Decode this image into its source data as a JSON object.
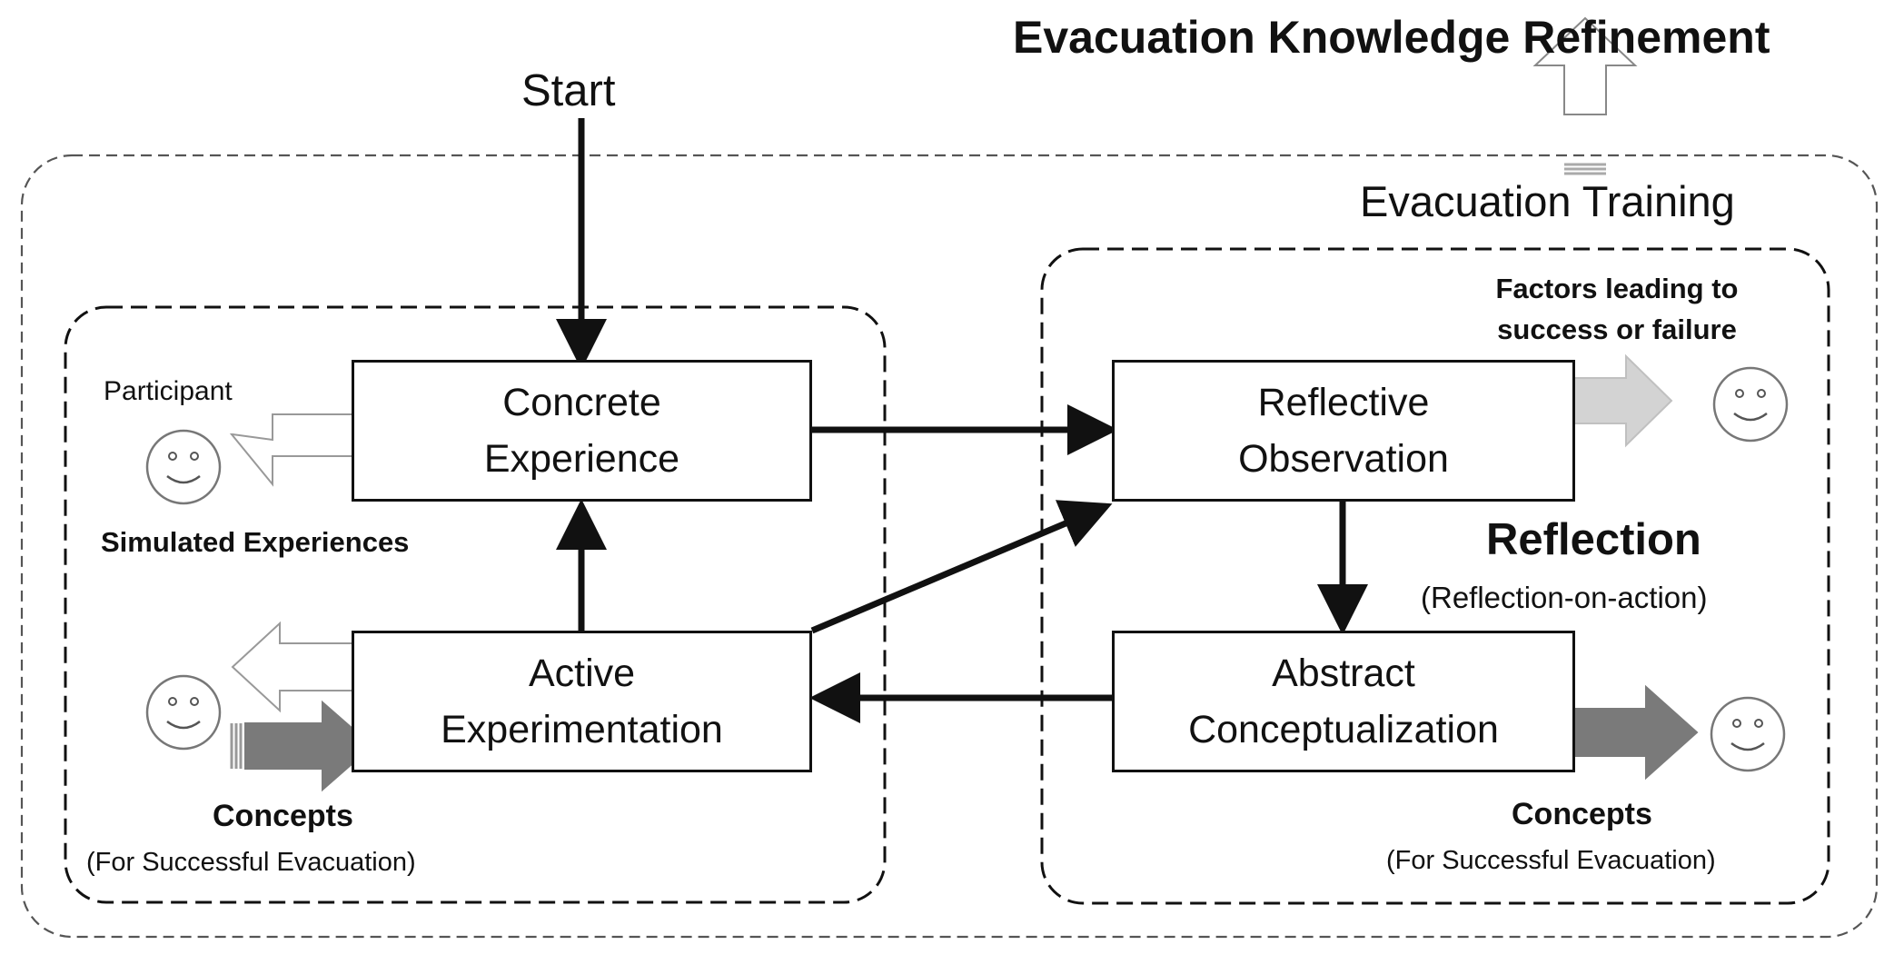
{
  "title": "Evacuation Knowledge Refinement",
  "start_label": "Start",
  "training_label": "Evacuation Training",
  "stages": {
    "concrete": [
      "Concrete",
      "Experience"
    ],
    "reflective": [
      "Reflective",
      "Observation"
    ],
    "abstract": [
      "Abstract",
      "Conceptualization"
    ],
    "active": [
      "Active",
      "Experimentation"
    ]
  },
  "left_panel": {
    "participant": "Participant",
    "simulated": "Simulated Experiences",
    "concepts": "Concepts",
    "concepts_sub": "(For Successful Evacuation)"
  },
  "right_panel": {
    "factors_line1": "Factors leading to",
    "factors_line2": "success or failure",
    "reflection": "Reflection",
    "reflection_sub": "(Reflection-on-action)",
    "concepts": "Concepts",
    "concepts_sub": "(For Successful Evacuation)"
  }
}
